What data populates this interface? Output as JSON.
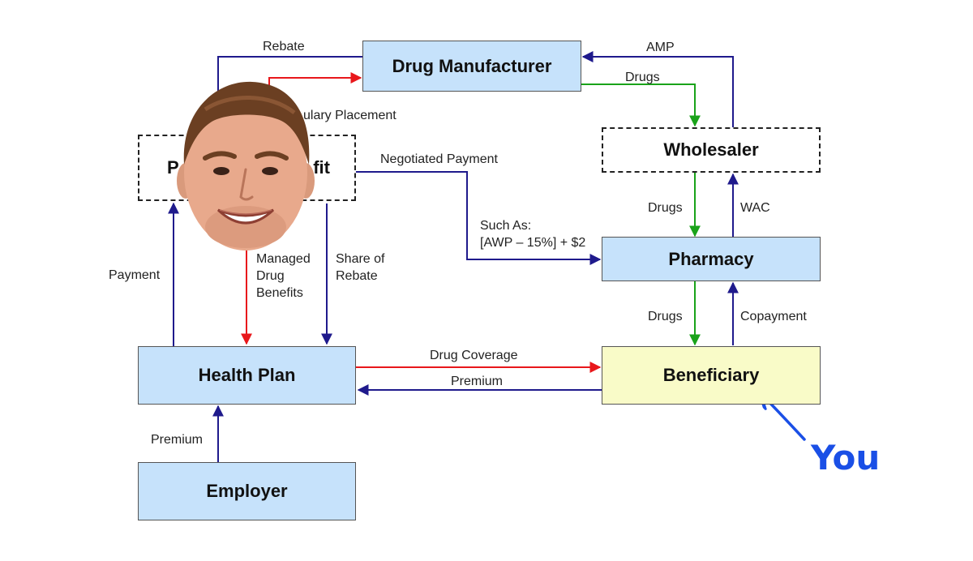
{
  "colors": {
    "box_fill": "#c6e2fb",
    "beneficiary_fill": "#f9fbc8",
    "blue_arrow": "#1f1a8c",
    "red_arrow": "#e8171b",
    "green_arrow": "#1aa31a",
    "you_blue": "#1a4fe6"
  },
  "nodes": {
    "drug_manufacturer": "Drug Manufacturer",
    "wholesaler": "Wholesaler",
    "pbm_left": "P",
    "pbm_right": "fit",
    "pharmacy": "Pharmacy",
    "health_plan": "Health Plan",
    "beneficiary": "Beneficiary",
    "employer": "Employer"
  },
  "edge_labels": {
    "rebate": "Rebate",
    "amp": "AMP",
    "drugs_mfr": "Drugs",
    "formulary": "ulary Placement",
    "negotiated": "Negotiated Payment",
    "drugs_wholesaler": "Drugs",
    "wac": "WAC",
    "such_as": "Such As:",
    "awp_formula": "[AWP – 15%] + $2",
    "payment": "Payment",
    "managed_1": "Managed",
    "managed_2": "Drug",
    "managed_3": "Benefits",
    "share_1": "Share of",
    "share_2": "Rebate",
    "drugs_pharmacy": "Drugs",
    "copayment": "Copayment",
    "drug_coverage": "Drug Coverage",
    "premium_plan": "Premium",
    "premium_employer": "Premium"
  },
  "annotation": {
    "you": "You"
  },
  "overlay": {
    "icon": "face-photo-icon"
  }
}
